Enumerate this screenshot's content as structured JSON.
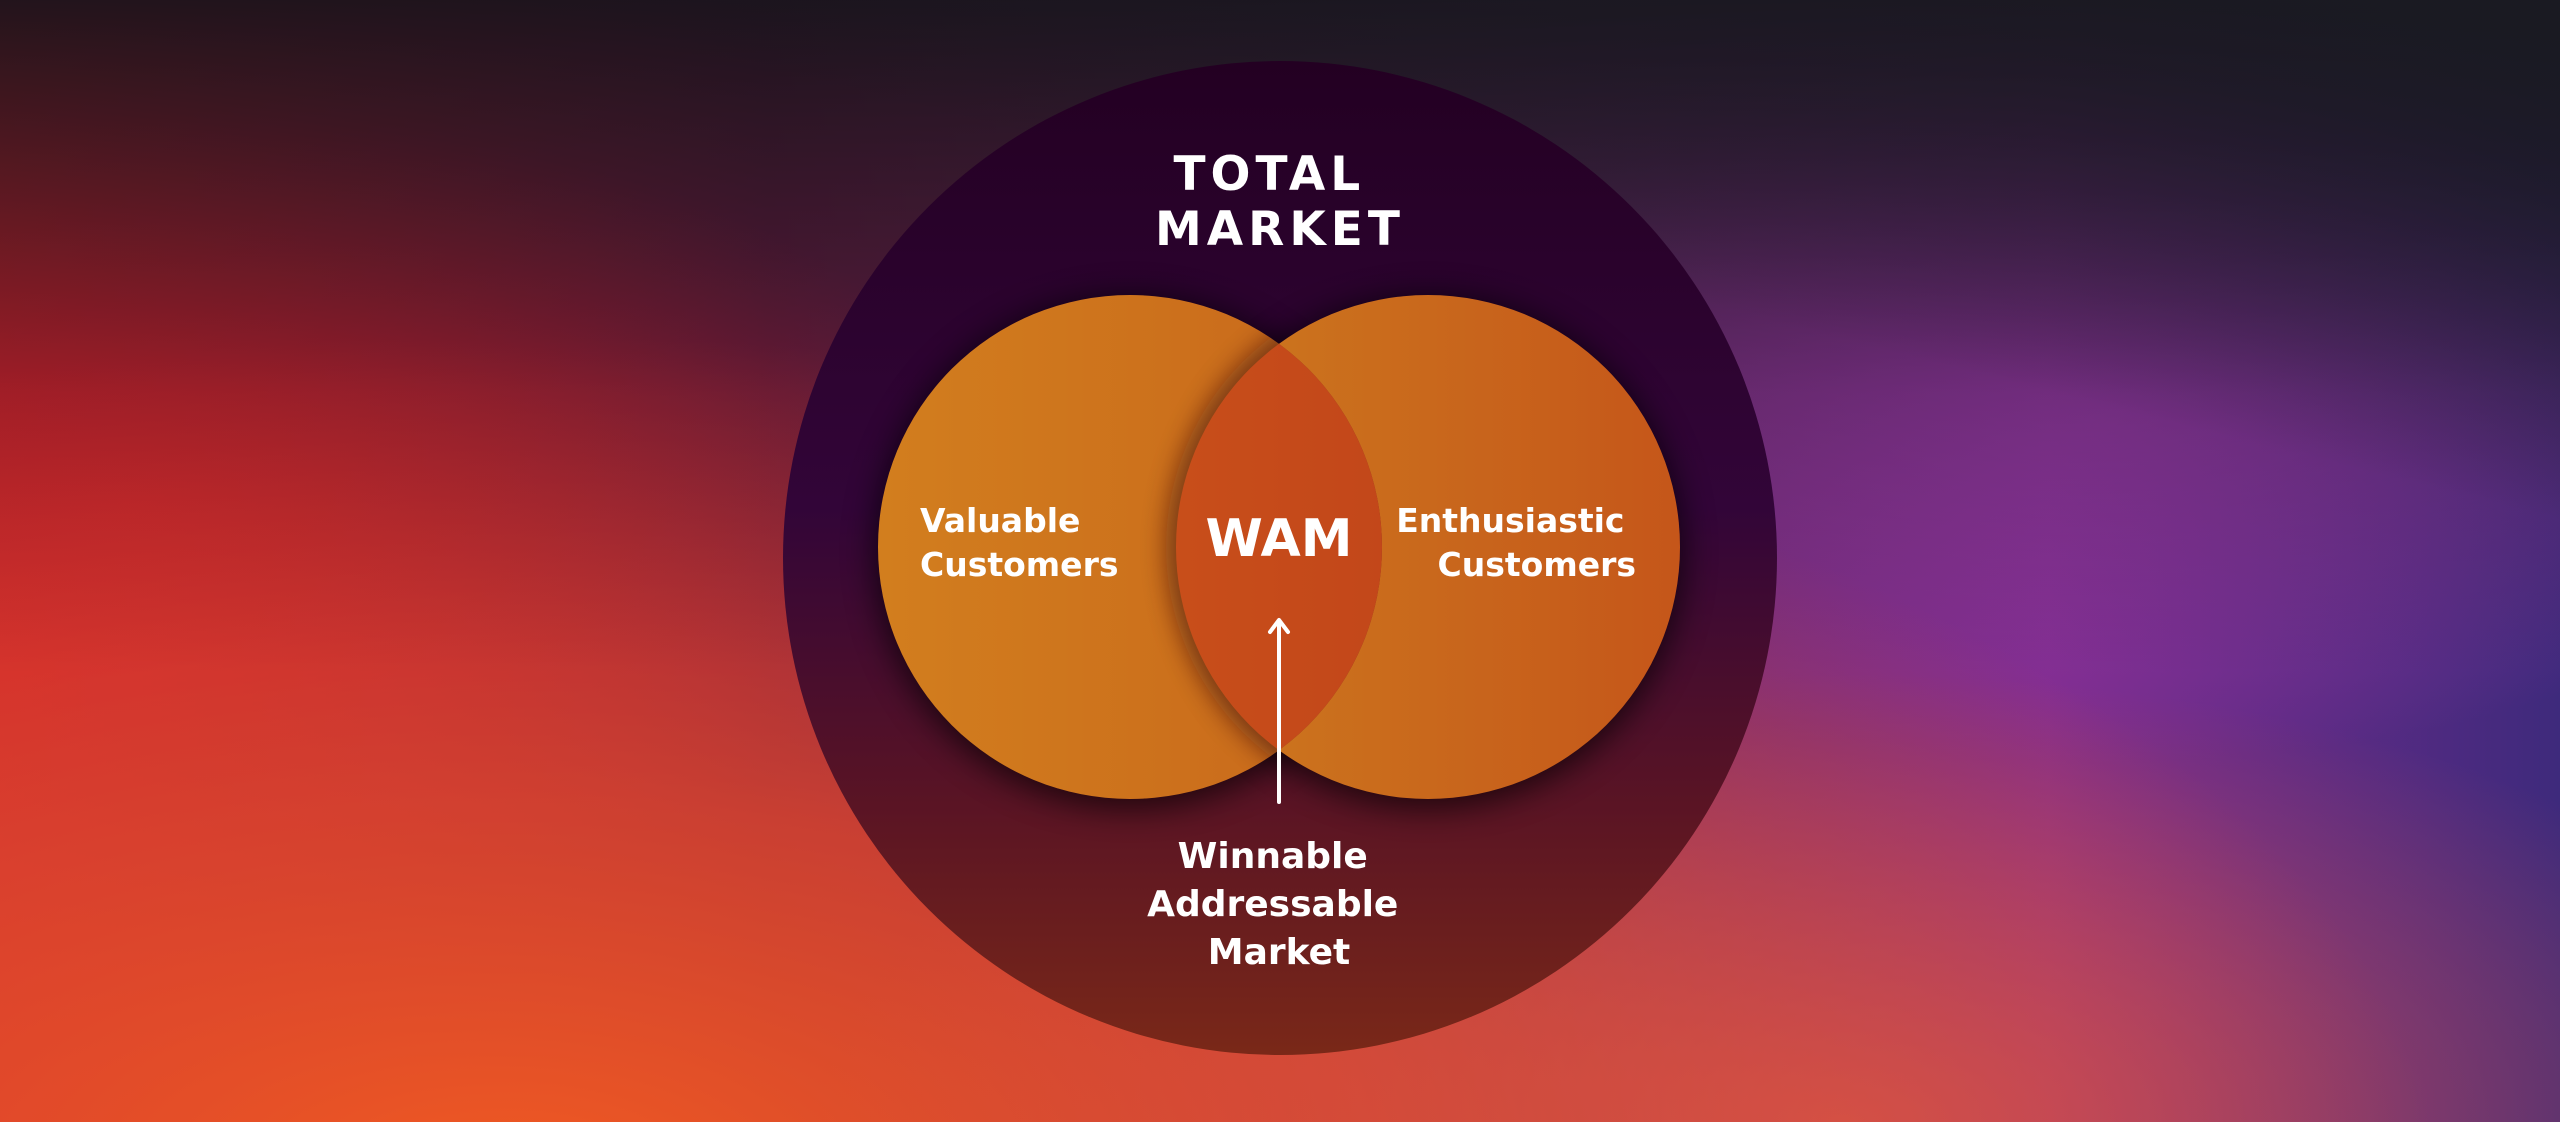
{
  "diagram": {
    "outer_label_lines": [
      "TOTAL",
      "MARKET"
    ],
    "left_label_lines": [
      "Valuable",
      "Customers"
    ],
    "right_label_lines": [
      "Enthusiastic",
      "Customers"
    ],
    "center_label": "WAM",
    "callout_lines": [
      "Winnable",
      "Addressable",
      "Market"
    ]
  },
  "colors": {
    "outer_circle_top": "#240024",
    "outer_circle_bottom": "#6a1c18",
    "set_fill_light": "#d07c1e",
    "set_fill_dark": "#c65a1a",
    "intersection_fill": "#c24419",
    "text": "#ffffff"
  }
}
